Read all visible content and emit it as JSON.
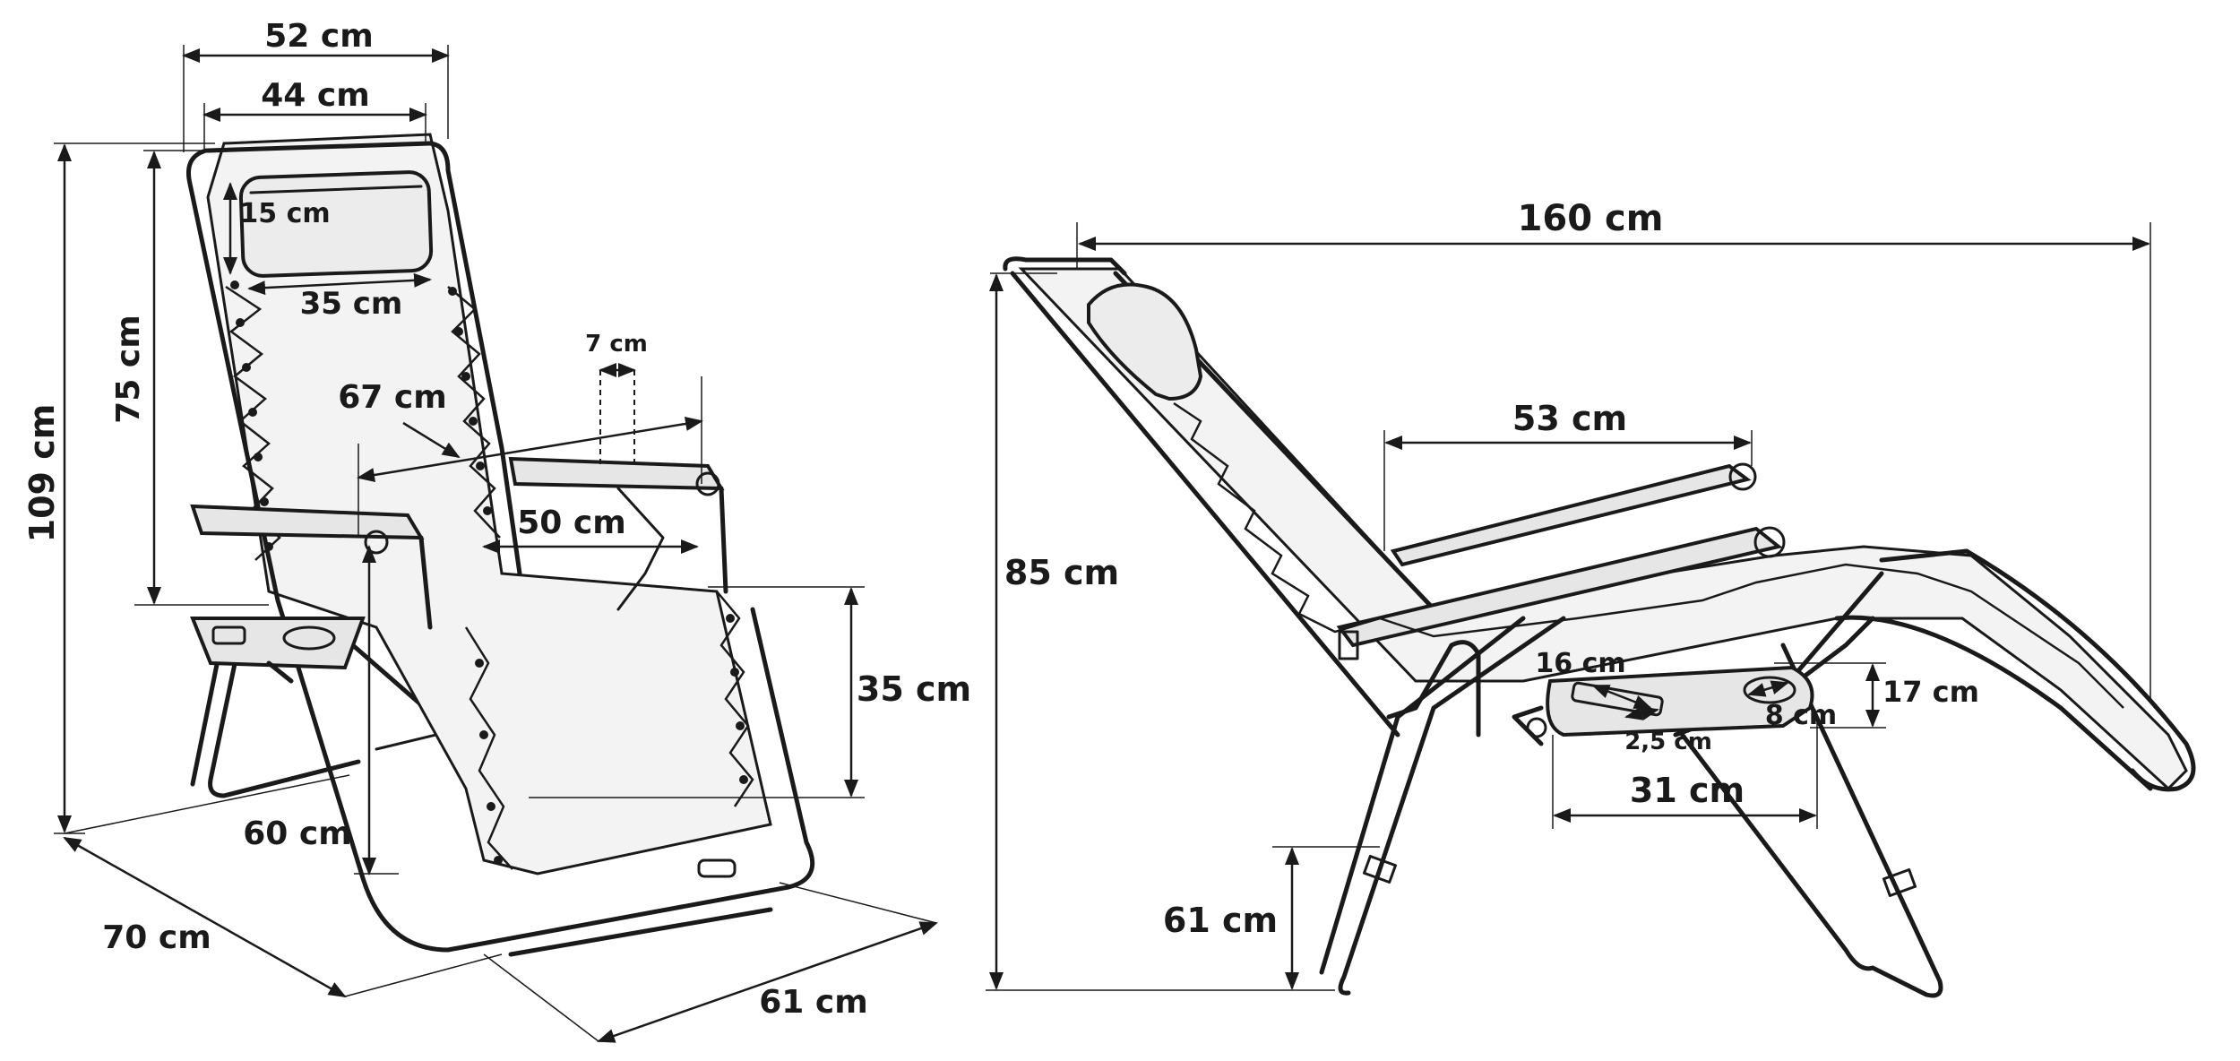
{
  "left_view": {
    "labels": {
      "width_outer": "52 cm",
      "width_inner": "44 cm",
      "pillow_height": "15 cm",
      "pillow_width": "35 cm",
      "cup_width": "7 cm",
      "back_height": "75 cm",
      "total_height": "109 cm",
      "diagonal": "67 cm",
      "seat_width": "50 cm",
      "seat_height": "35 cm",
      "arm_height": "60 cm",
      "depth": "70 cm",
      "base_width": "61 cm"
    }
  },
  "right_view": {
    "labels": {
      "total_length": "160 cm",
      "armrest_length": "53 cm",
      "height": "85 cm",
      "tray_length": "16 cm",
      "slot_width": "2,5 cm",
      "cup_diameter": "8 cm",
      "tray_depth": "17 cm",
      "tray_width": "31 cm",
      "seat_height": "61 cm"
    }
  },
  "colors": {
    "line": "#1a1a1a",
    "fabric": "#f3f3f3",
    "background": "#ffffff"
  }
}
